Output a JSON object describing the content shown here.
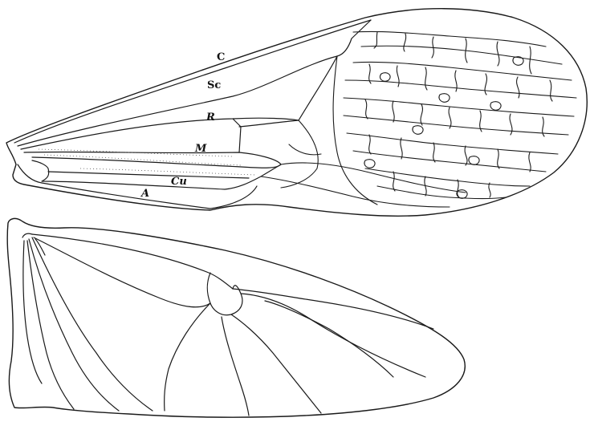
{
  "figure": {
    "forewing": {
      "vein_labels": [
        {
          "id": "C",
          "text": "C"
        },
        {
          "id": "Sc",
          "text": "Sc"
        },
        {
          "id": "R",
          "text": "R"
        },
        {
          "id": "M",
          "text": "M"
        },
        {
          "id": "Cu",
          "text": "Cu"
        },
        {
          "id": "A",
          "text": "A"
        }
      ]
    },
    "hindwing": {}
  }
}
